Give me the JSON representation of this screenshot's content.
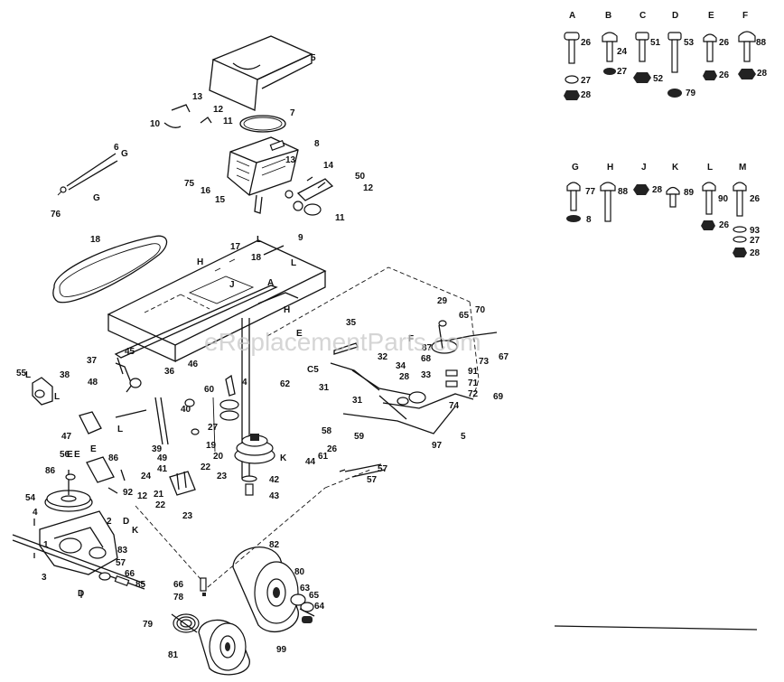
{
  "watermark": "eReplacementParts.com",
  "hardware": {
    "top_row": [
      {
        "letter": "A",
        "labels": [
          "26",
          "27",
          "28"
        ]
      },
      {
        "letter": "B",
        "labels": [
          "24",
          "27"
        ]
      },
      {
        "letter": "C",
        "labels": [
          "51",
          "52"
        ]
      },
      {
        "letter": "D",
        "labels": [
          "53",
          "79"
        ]
      },
      {
        "letter": "E",
        "labels": [
          "26",
          "26"
        ]
      },
      {
        "letter": "F",
        "labels": [
          "88",
          "28"
        ]
      }
    ],
    "bottom_row": [
      {
        "letter": "G",
        "labels": [
          "77",
          "8"
        ]
      },
      {
        "letter": "H",
        "labels": [
          "88"
        ]
      },
      {
        "letter": "J",
        "labels": [
          "28"
        ]
      },
      {
        "letter": "K",
        "labels": [
          "89"
        ]
      },
      {
        "letter": "L",
        "labels": [
          "90",
          "26"
        ]
      },
      {
        "letter": "M",
        "labels": [
          "26",
          "93",
          "27",
          "28"
        ]
      }
    ]
  },
  "callouts": [
    "5",
    "13",
    "12",
    "11",
    "10",
    "7",
    "8",
    "6",
    "G",
    "G",
    "76",
    "75",
    "16",
    "15",
    "14",
    "13",
    "50",
    "12",
    "11",
    "9",
    "18",
    "17",
    "H",
    "18",
    "L",
    "L",
    "H",
    "E",
    "35",
    "29",
    "70",
    "65",
    "F",
    "87",
    "67",
    "73",
    "68",
    "91",
    "71",
    "72",
    "69",
    "5",
    "74",
    "28",
    "33",
    "32",
    "34",
    "31",
    "31",
    "62",
    "36",
    "37",
    "45",
    "48",
    "46",
    "38",
    "55",
    "L",
    "L",
    "L",
    "47",
    "56",
    "E",
    "E",
    "E",
    "86",
    "54",
    "86",
    "2",
    "1",
    "3",
    "4",
    "D",
    "D",
    "K",
    "K",
    "42",
    "43",
    "44",
    "61",
    "26",
    "97",
    "57",
    "57",
    "59",
    "58",
    "60",
    "4",
    "27",
    "19",
    "20",
    "41",
    "49",
    "12",
    "22",
    "21",
    "24",
    "23",
    "23",
    "22",
    "39",
    "40",
    "92",
    "57",
    "66",
    "83",
    "85",
    "82",
    "80",
    "63",
    "65",
    "64",
    "66",
    "78",
    "79",
    "81",
    "99",
    "C5",
    "A",
    "J",
    "F"
  ]
}
